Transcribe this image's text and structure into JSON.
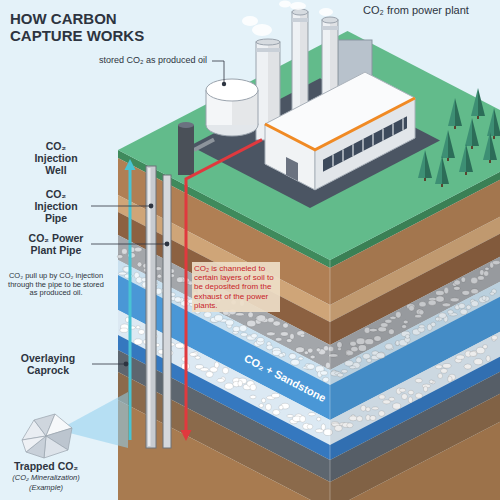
{
  "diagram": {
    "title": "HOW CARBON CAPTURE WORKS",
    "labels": [
      "CO₂ from power plant",
      "stored CO₂ as produced oil",
      "CO₂ Injection Well",
      "CO₂ Injection Pipe",
      "CO₂ Power Plant Pipe",
      "CO₂ pull up by CO₂ injection through the pipe to be stored as produced oil.",
      "CO₂ is channeled to certain layers of soil to be deposited from the exhaust of the power plants.",
      "CO₂ + Sandstone",
      "Overlaying Caprock",
      "Trapped CO₂",
      "(CO₂ Mineralization)",
      "(Example)"
    ]
  }
}
